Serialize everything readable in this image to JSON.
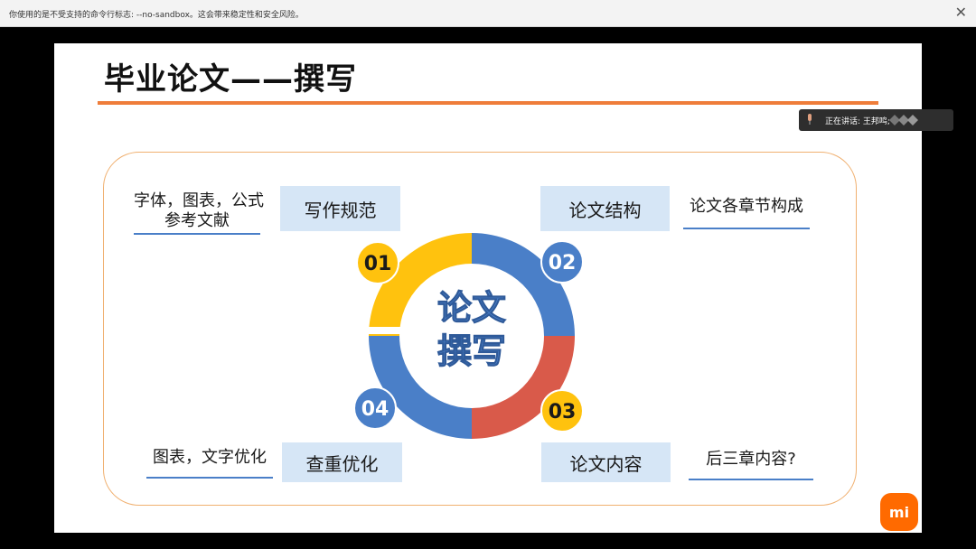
{
  "infobar": {
    "message": "你使用的是不受支持的命令行标志: --no-sandbox。这会带来稳定性和安全风险。",
    "close_glyph": "✕"
  },
  "slide": {
    "title": "毕业论文——撰写",
    "center": {
      "line1": "论文",
      "line2": "撰写"
    },
    "sections": [
      {
        "num": "01",
        "label": "写作规范",
        "note_line1": "字体，图表，公式",
        "note_line2": "参考文献"
      },
      {
        "num": "02",
        "label": "论文结构",
        "note_line1": "论文各章节构成"
      },
      {
        "num": "03",
        "label": "论文内容",
        "note_line1": "后三章内容?"
      },
      {
        "num": "04",
        "label": "查重优化",
        "note_line1": "图表，文字优化"
      }
    ]
  },
  "speaker": {
    "text": "正在讲话: 王邦鸣;"
  },
  "brand": {
    "logo_text": "mi"
  },
  "colors": {
    "yellow": "#ffc20e",
    "blue": "#4a7fc8",
    "red": "#d95a4a",
    "chip_bg": "#d6e6f6",
    "accent_orange": "#ef7d3a"
  }
}
